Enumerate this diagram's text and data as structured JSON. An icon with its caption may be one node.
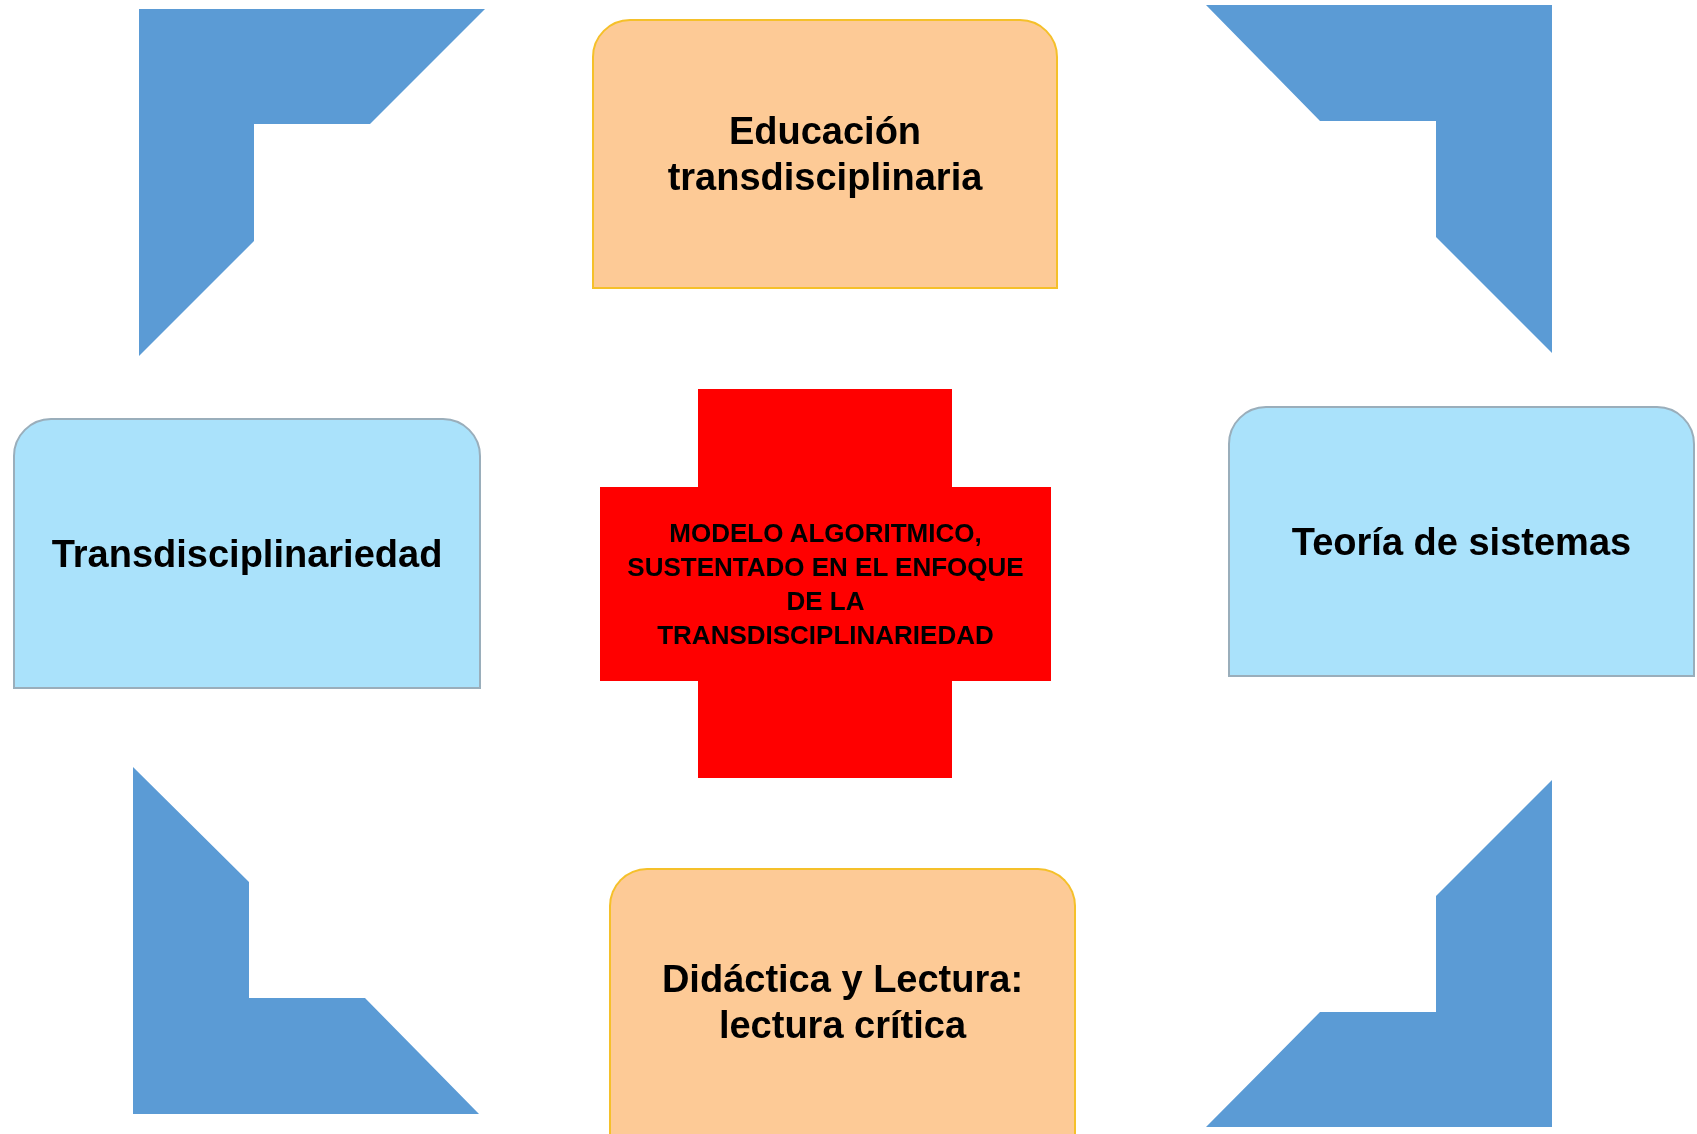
{
  "diagram": {
    "nodes": [
      {
        "text": [
          "Educación transdisciplinaria"
        ]
      },
      {
        "text": [
          "Transdisciplinariedad"
        ]
      },
      {
        "text": [
          "MODELO ALGORITMICO, SUSTENTADO EN EL ENFOQUE DE LA TRANSDISCIPLINARIEDAD"
        ]
      },
      {
        "text": [
          "Teoría de sistemas"
        ]
      },
      {
        "text": [
          "Didáctica y Lectura: lectura crítica"
        ]
      }
    ]
  }
}
